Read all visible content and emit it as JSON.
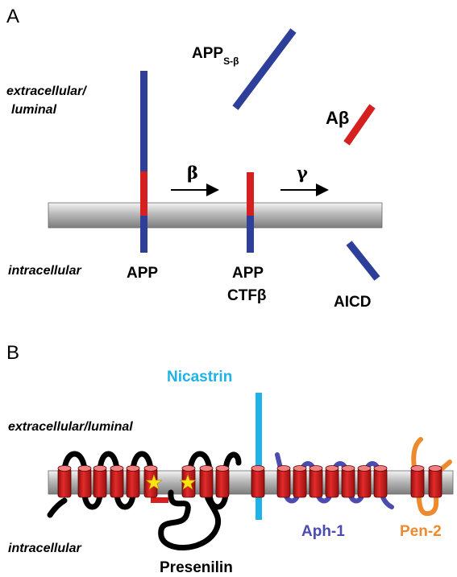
{
  "panel_a": {
    "letter": "A",
    "extracellular_label": [
      "extracellular/",
      "luminal"
    ],
    "intracellular_label": "intracellular",
    "app_label": "APP",
    "ctf_label_1": "APP",
    "ctf_label_2": "CTFβ",
    "apps_main": "APP",
    "apps_sub": "S-β",
    "abeta_label": "Aβ",
    "aicd_label": "AICD",
    "beta_symbol": "β",
    "gamma_symbol": "γ"
  },
  "panel_b": {
    "letter": "B",
    "extracellular_label": "extracellular/luminal",
    "intracellular_label": "intracellular",
    "presenilin_label": "Presenilin",
    "nicastrin_label": "Nicastrin",
    "aph1_label": "Aph-1",
    "pen2_label": "Pen-2"
  },
  "colors": {
    "app_blue": "#2e3f9a",
    "abeta_red": "#d61f1f",
    "nicastrin_cyan": "#1fb2e6",
    "aph1_purple": "#4b4bb0",
    "pen2_orange": "#ee8a2e",
    "helix_red": "#d42020",
    "membrane_gray": "#c4c4c4"
  }
}
